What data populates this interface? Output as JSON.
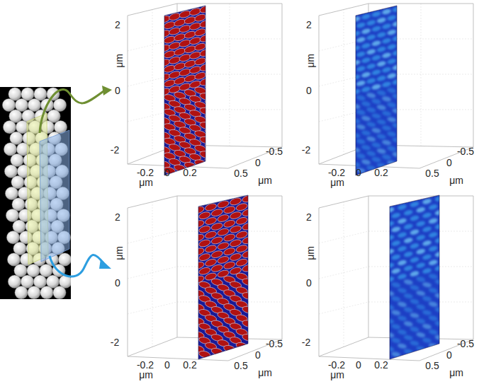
{
  "diagram": {
    "labels": [
      "2",
      "0",
      "-2",
      "μm",
      "-0.2",
      "0",
      "0.2",
      "μm",
      "0.5",
      "0",
      "-0.5",
      "μm",
      "2",
      "0",
      "-2",
      "μm",
      "-0.2",
      "0",
      "0.2",
      "μm",
      "0.5",
      "0",
      "-0.5",
      "μm",
      "2",
      "0",
      "-2",
      "μm",
      "-0.2",
      "0",
      "0.2",
      "μm",
      "0.5",
      "0",
      "-0.5",
      "μm",
      "2",
      "0",
      "-2",
      "μm",
      "-0.2",
      "0",
      "0.2",
      "μm",
      "0.5",
      "0",
      "-0.5",
      "μm"
    ]
  }
}
